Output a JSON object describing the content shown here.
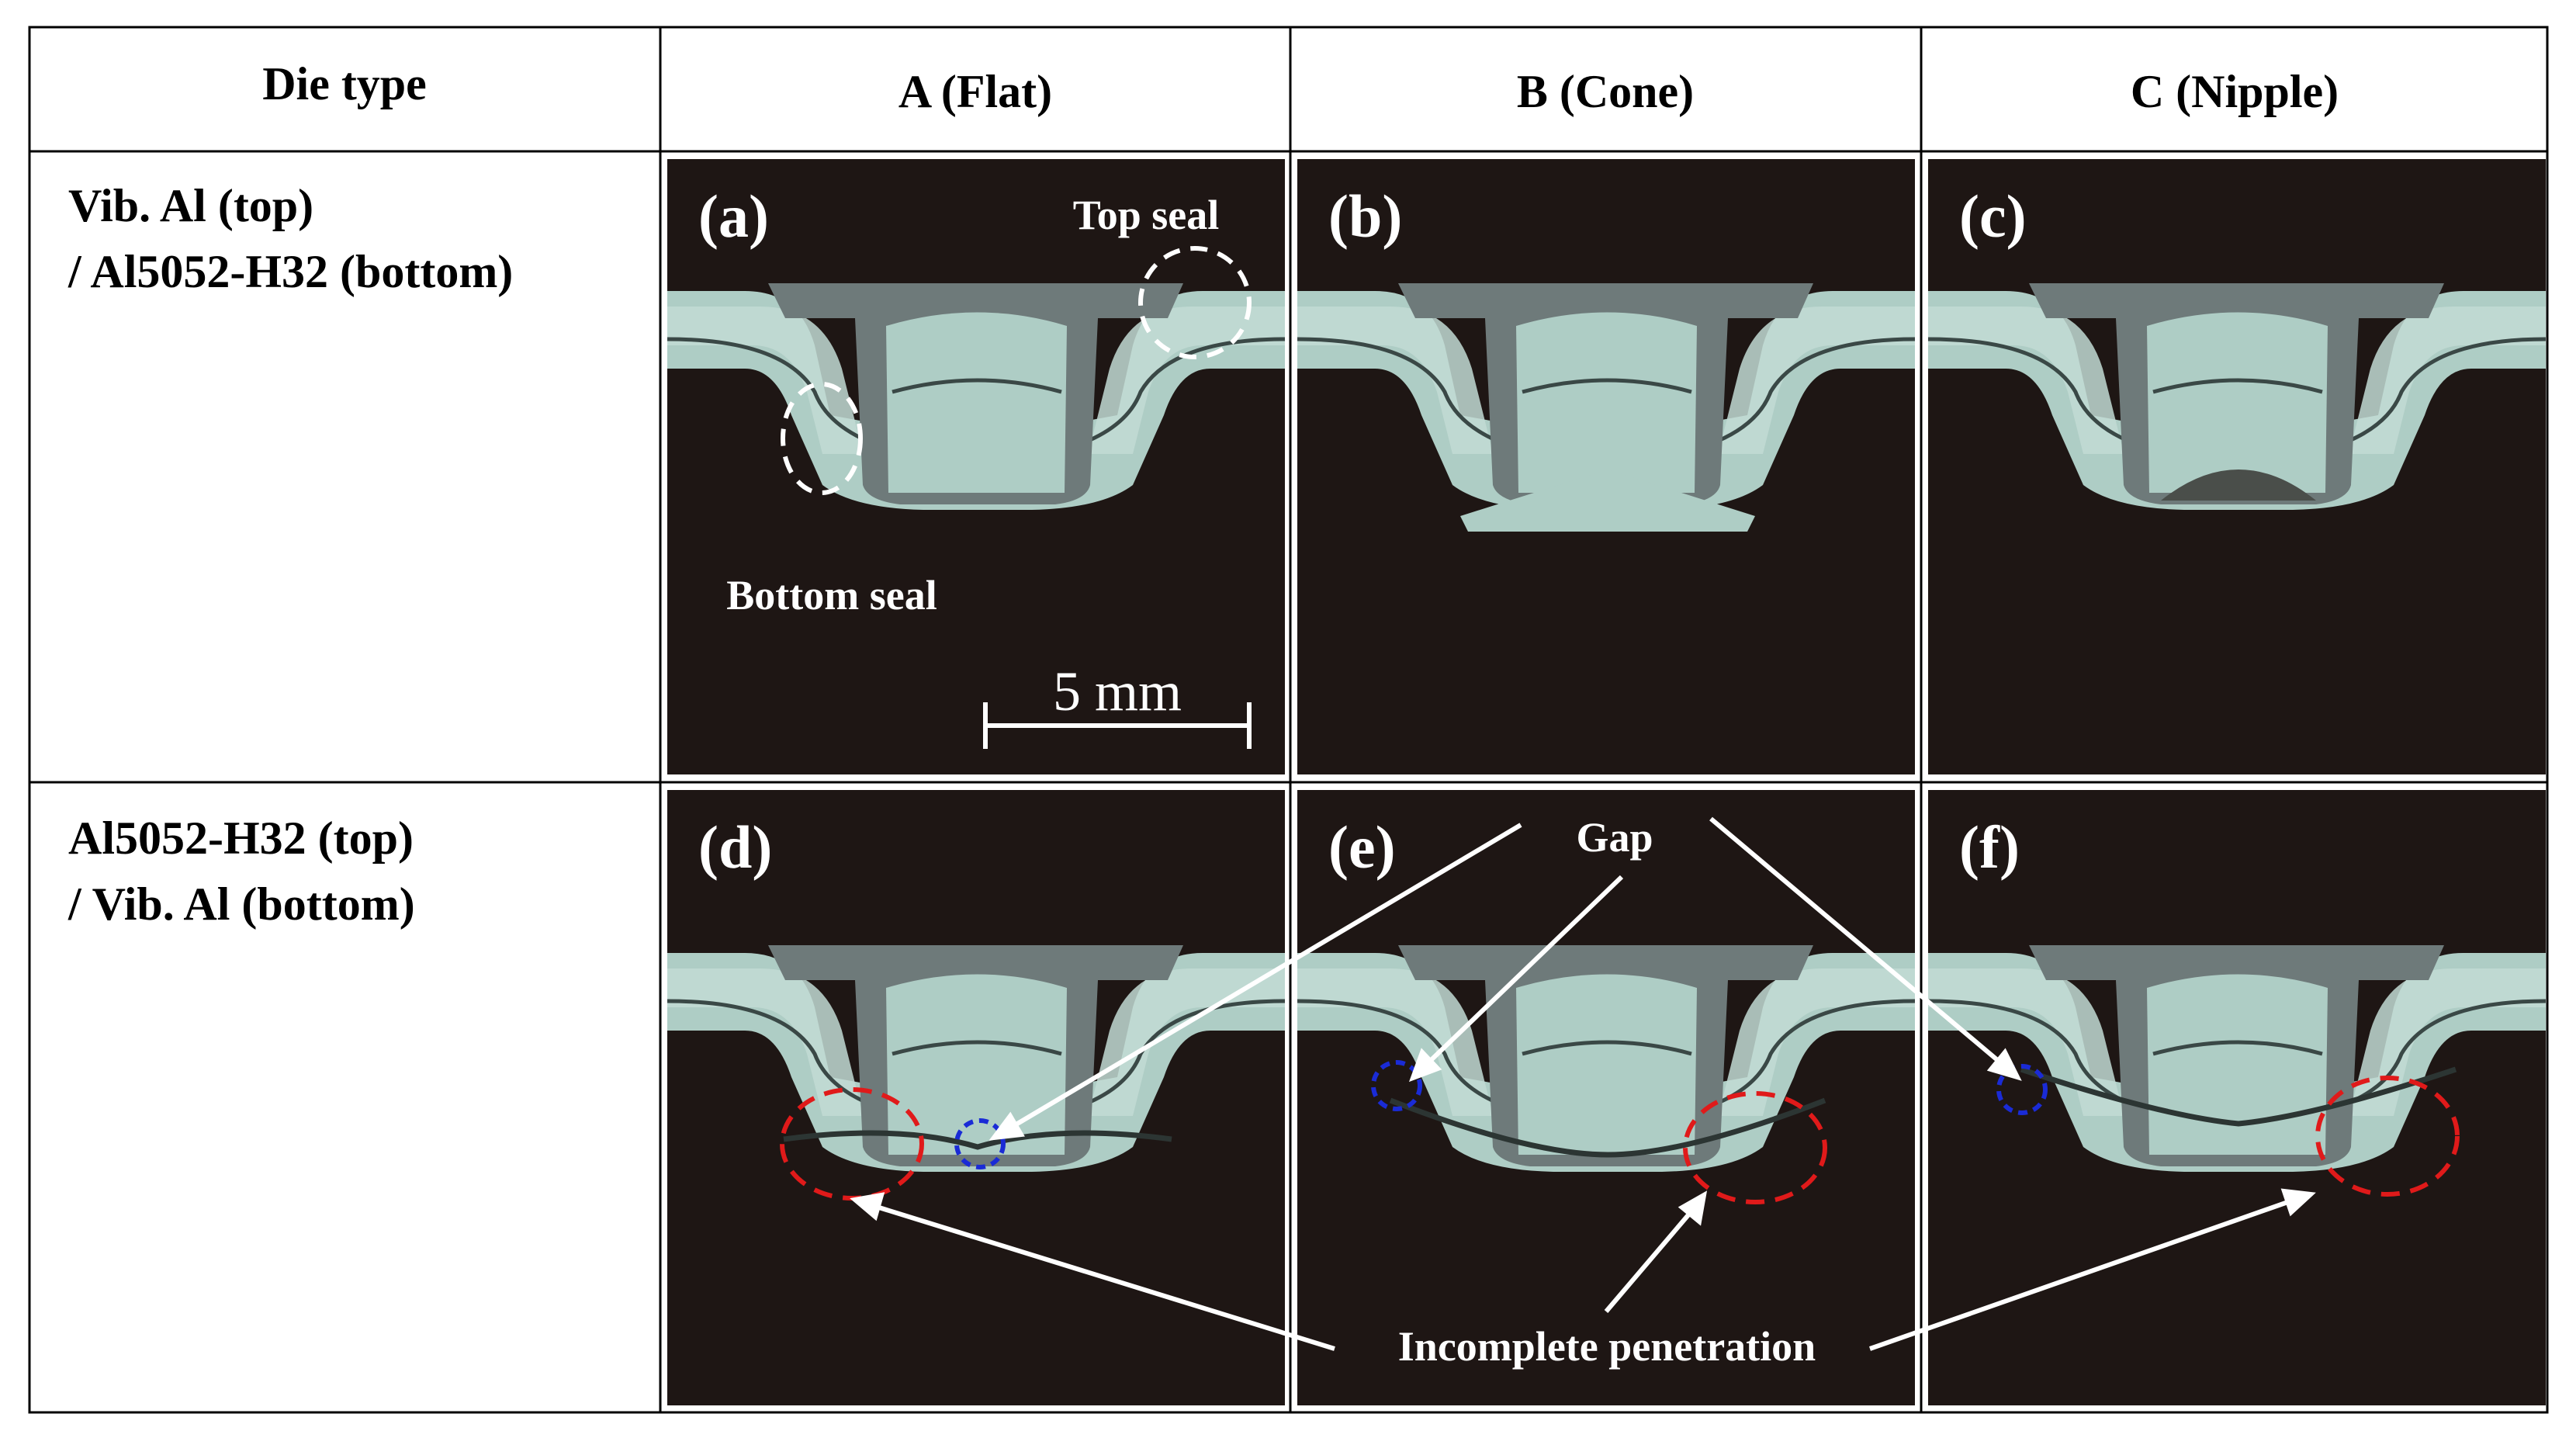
{
  "table": {
    "corner_header": "Die type",
    "columns": [
      "A (Flat)",
      "B (Cone)",
      "C (Nipple)"
    ],
    "rows": [
      {
        "line1": "Vib. Al (top)",
        "line2": "/ Al5052-H32 (bottom)"
      },
      {
        "line1": "Al5052-H32 (top)",
        "line2": "/ Vib. Al (bottom)"
      }
    ]
  },
  "panels": [
    "(a)",
    "(b)",
    "(c)",
    "(d)",
    "(e)",
    "(f)"
  ],
  "annotations": {
    "top_seal": "Top seal",
    "bottom_seal": "Bottom seal",
    "scale_bar": "5 mm",
    "gap": "Gap",
    "incomplete_penetration": "Incomplete penetration"
  },
  "colors": {
    "background_micrograph": "#1e1614",
    "sheet_metal": "#aecdc5",
    "rivet": "#6e7a7a",
    "marker_seal": "#ffffff",
    "marker_gap": "#1a2bd6",
    "marker_penetration": "#e01a1a"
  }
}
